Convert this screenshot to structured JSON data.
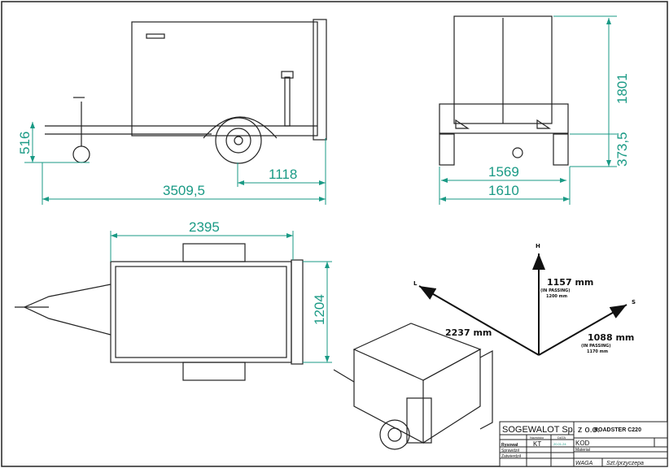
{
  "dimensions": {
    "side_height": "516",
    "side_axle": "1118",
    "side_length": "3509,5",
    "rear_height": "1801",
    "rear_ground": "373,5",
    "rear_track": "1569",
    "rear_width": "1610",
    "top_length": "2395",
    "top_width": "1204"
  },
  "cargo_axes": {
    "h_label": "H",
    "l_label": "L",
    "s_label": "S",
    "height": "1157 mm",
    "height_note": "(IN PASSING)",
    "height_passing": "1200 mm",
    "length": "2237 mm",
    "width": "1088 mm",
    "width_note": "(IN PASSING)",
    "width_passing": "1170 mm"
  },
  "title_block": {
    "company": "SOGEWALOT Sp. z o.o.",
    "product": "ROADSTER C220",
    "col_name": "Nazwisko",
    "col_date": "DATA",
    "drawn": "Rysował",
    "drawn_by": "KT",
    "drawn_date": "20.01.24",
    "checked": "Sprawdził",
    "approved": "Zatwierdził",
    "code": "KOD",
    "material": "Materiał",
    "weight": "WAGA",
    "qty": "Szt./przyczepa"
  },
  "colors": {
    "dimension": "#1a9a85",
    "line": "#222222"
  }
}
